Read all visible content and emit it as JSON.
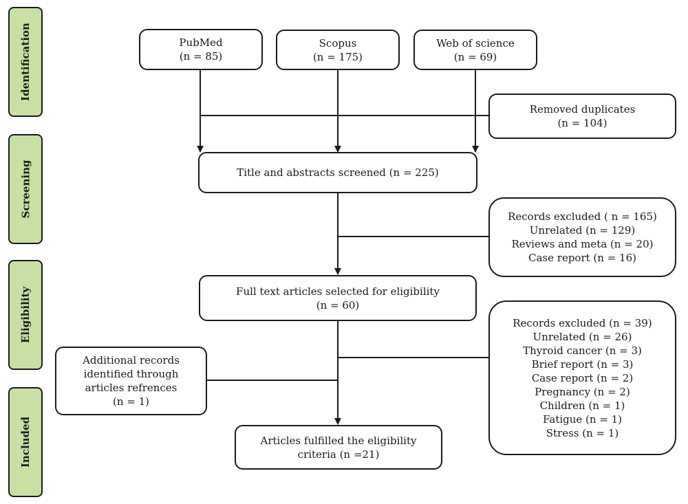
{
  "stages": {
    "identification": "Identification",
    "screening": "Screening",
    "eligibility": "Eligibility",
    "included": "Included"
  },
  "sources": {
    "pubmed": {
      "name": "PubMed",
      "count": "(n = 85)"
    },
    "scopus": {
      "name": "Scopus",
      "count": "(n = 175)"
    },
    "wos": {
      "name": "Web of science",
      "count": "(n = 69)"
    }
  },
  "duplicates": {
    "label": "Removed duplicates",
    "count": "(n = 104)"
  },
  "screened": {
    "label": "Title and abstracts screened (n = 225)"
  },
  "excluded_screening": {
    "lines": [
      "Records excluded ( n = 165)",
      "Unrelated (n = 129)",
      "Reviews and meta (n = 20)",
      "Case report (n = 16)"
    ]
  },
  "fulltext": {
    "label": "Full text articles selected for eligibility",
    "count": "(n = 60)"
  },
  "excluded_eligibility": {
    "lines": [
      "Records excluded (n = 39)",
      "Unrelated (n = 26)",
      "Thyroid cancer (n = 3)",
      "Brief report (n = 3)",
      "Case report (n = 2)",
      "Pregnancy (n = 2)",
      "Children (n = 1)",
      "Fatigue (n = 1)",
      "Stress (n = 1)"
    ]
  },
  "additional": {
    "lines": [
      "Additional records",
      "identified through",
      "articles refrences",
      "(n = 1)"
    ]
  },
  "included": {
    "label": "Articles fulfilled the eligibility",
    "count": "criteria (n =21)"
  }
}
